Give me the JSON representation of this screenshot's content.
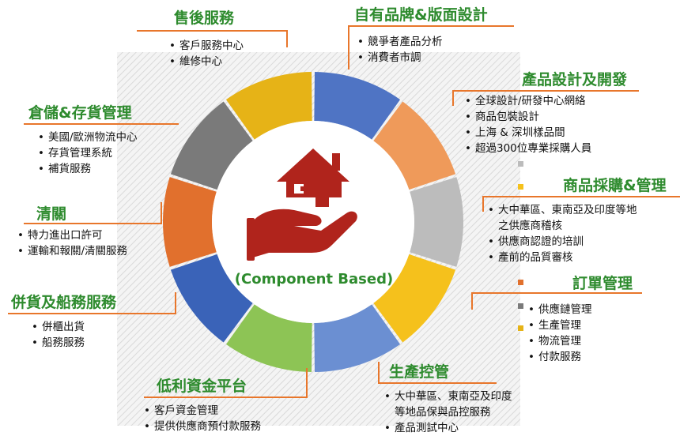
{
  "center_label": "(Component Based)",
  "colors": {
    "title_green": "#2e8b2e",
    "rule_orange": "#e8762b",
    "segments": [
      "#4f74c4",
      "#ef9a5a",
      "#bcbcbc",
      "#f5c11c",
      "#6b8fd2",
      "#8dc455",
      "#3a63b8",
      "#e1702d",
      "#7a7a7a",
      "#e6b317"
    ],
    "house_red": "#b0241c"
  },
  "sections": {
    "aftersales": {
      "title": "售後服務",
      "items": [
        "客戶服務中心",
        "維修中心"
      ]
    },
    "brand": {
      "title": "自有品牌&版面設計",
      "items": [
        "競爭者產品分析",
        "消費者市調"
      ]
    },
    "design": {
      "title": "產品設計及開發",
      "items": [
        "全球設計/研發中心網絡",
        "商品包裝設計",
        "上海 & 深圳樣品間",
        "超過300位專業採購人員"
      ]
    },
    "warehouse": {
      "title": "倉儲&存貨管理",
      "items": [
        "美國/歐洲物流中心",
        "存貨管理系統",
        "補貨服務"
      ]
    },
    "procurement": {
      "title": "商品採購&管理",
      "items": [
        "大中華區、東南亞及印度等地",
        "之供應商稽核",
        "供應商認證的培訓",
        "產前的品質審核"
      ]
    },
    "customs": {
      "title": "清關",
      "items": [
        "特力進出口許可",
        "運輸和報關/清關服務"
      ]
    },
    "order": {
      "title": "訂單管理",
      "items": [
        "供應鏈管理",
        "生產管理",
        "物流管理",
        "付款服務"
      ]
    },
    "shipping": {
      "title": "併貨及船務服務",
      "items": [
        "併櫃出貨",
        "船務服務"
      ]
    },
    "production": {
      "title": "生產控管",
      "items": [
        "大中華區、東南亞及印度",
        "等地品保與品控服務",
        "產品測試中心"
      ]
    },
    "finance": {
      "title": "低利資金平台",
      "items": [
        "客戶資金管理",
        "提供供應商預付款服務"
      ]
    }
  }
}
